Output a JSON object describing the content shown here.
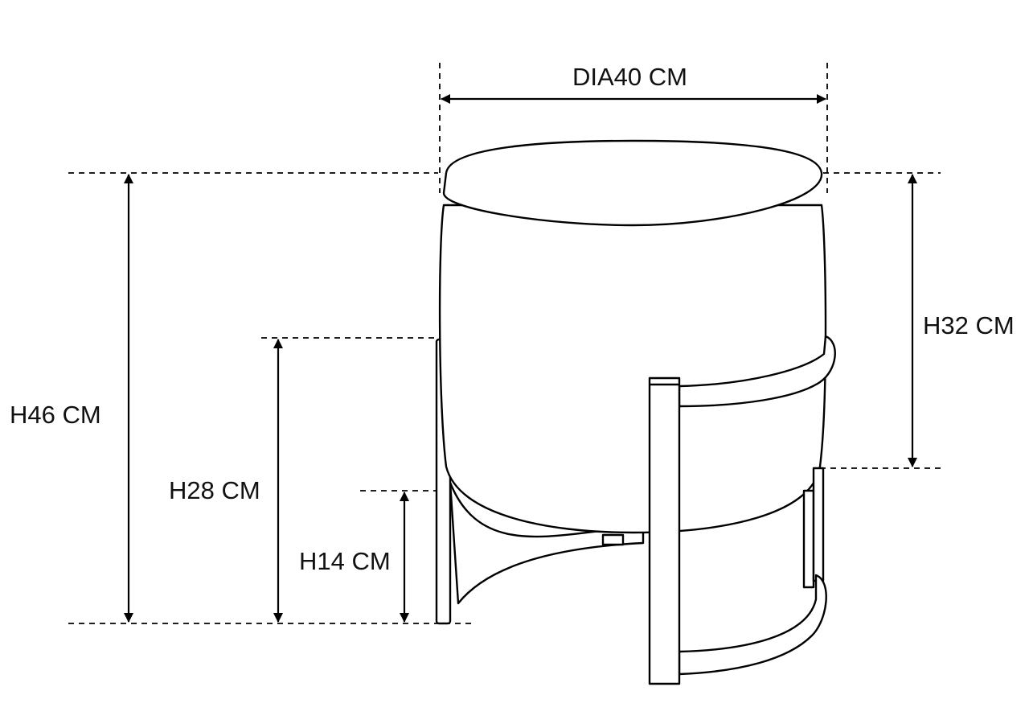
{
  "dimensions": {
    "diameter": "DIA40 CM",
    "total_height": "H46 CM",
    "seat_frame_height": "H28 CM",
    "lower_ring_height": "H14 CM",
    "cushion_height": "H32 CM"
  }
}
